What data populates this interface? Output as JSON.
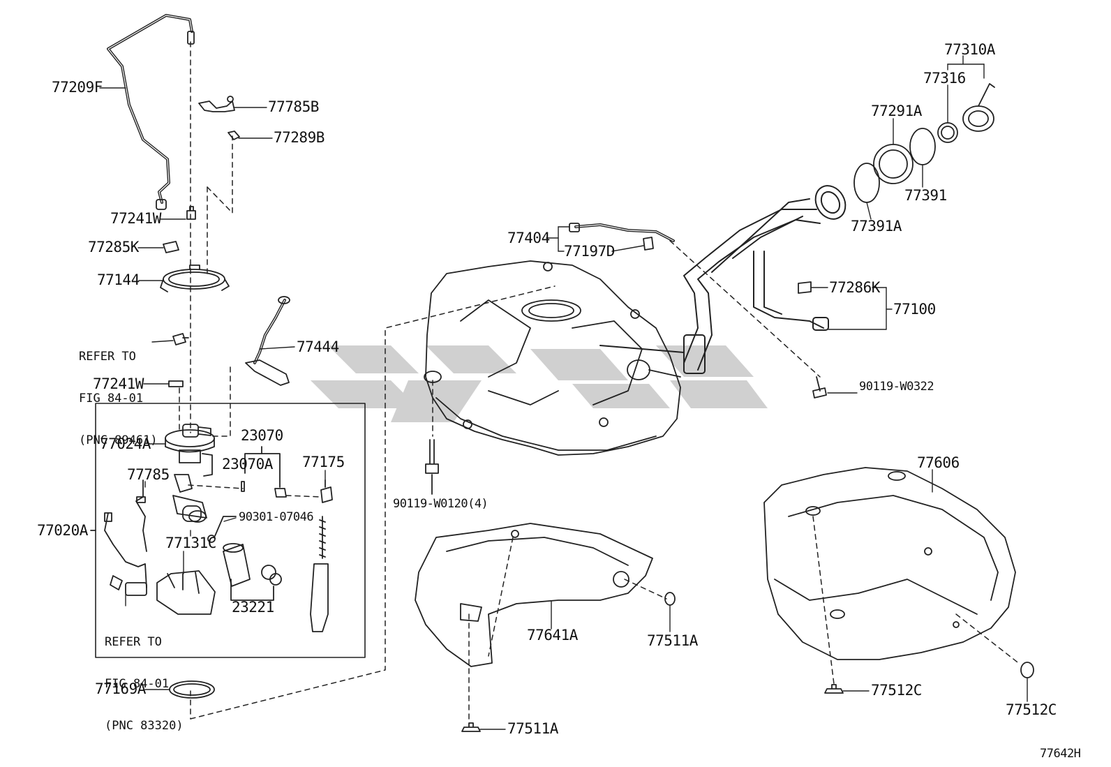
{
  "diagram_id": "77642H",
  "watermark_color": "#c8c8c8",
  "line_color": "#222222",
  "part_labels": {
    "p77209F": "77209F",
    "p77785B": "77785B",
    "p77289B": "77289B",
    "p77241W_top": "77241W",
    "p77285K": "77285K",
    "p77144": "77144",
    "p77444": "77444",
    "p77241W_mid": "77241W",
    "p77024A": "77024A",
    "p23070": "23070",
    "p23070A": "23070A",
    "p77175": "77175",
    "p77785": "77785",
    "p90301": "90301-07046",
    "p77020A": "77020A",
    "p77131C": "77131C",
    "p23221": "23221",
    "p77169A": "77169A",
    "p77404": "77404",
    "p77197D": "77197D",
    "p77310A": "77310A",
    "p77316": "77316",
    "p77291A": "77291A",
    "p77391": "77391",
    "p77391A": "77391A",
    "p77286K": "77286K",
    "p77100": "77100",
    "p90119_W0322": "90119-W0322",
    "p90119_W0120": "90119-W0120(4)",
    "p77606": "77606",
    "p77641A": "77641A",
    "p77511A_right": "77511A",
    "p77511A_bottom": "77511A",
    "p77512C_left": "77512C",
    "p77512C_right": "77512C"
  },
  "notes": {
    "refer_sender": [
      "REFER TO",
      "FIG 84-01",
      "(PNC 89461)"
    ],
    "refer_gauge": [
      "REFER TO",
      "FIG 84-01",
      "(PNC 83320)"
    ]
  }
}
